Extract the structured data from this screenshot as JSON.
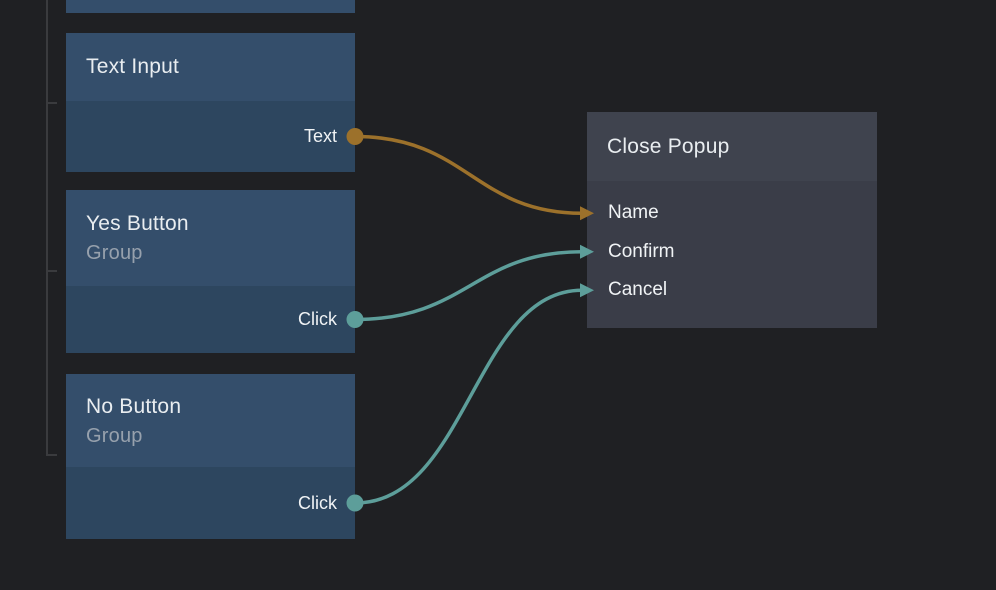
{
  "canvas": {
    "background": "#1f2023",
    "hierarchy_line_color": "#3a3b3e"
  },
  "palette": {
    "left_node_header": "#344e6b",
    "left_node_body": "#2d465f",
    "right_node_header": "#3f434e",
    "right_node_body": "#3a3d48",
    "title_color": "#e9edf0",
    "subtitle_color": "#97a1ad",
    "port_label_color": "#f0f3f5",
    "gold_wire": "#9c712b",
    "teal_wire": "#5d9e9a"
  },
  "nodes": {
    "text_input": {
      "title": "Text Input",
      "output_label": "Text",
      "output_color": "#9c712b"
    },
    "yes_button": {
      "title": "Yes Button",
      "subtitle": "Group",
      "output_label": "Click",
      "output_color": "#5d9e9a"
    },
    "no_button": {
      "title": "No Button",
      "subtitle": "Group",
      "output_label": "Click",
      "output_color": "#5d9e9a"
    },
    "close_popup": {
      "title": "Close Popup",
      "inputs": [
        {
          "label": "Name"
        },
        {
          "label": "Confirm"
        },
        {
          "label": "Cancel"
        }
      ]
    }
  },
  "connections": [
    {
      "from": "text-input-text-out",
      "to": "close-popup-name-in",
      "color": "#9c712b"
    },
    {
      "from": "yes-button-click-out",
      "to": "close-popup-confirm-in",
      "color": "#5d9e9a"
    },
    {
      "from": "no-button-click-out",
      "to": "close-popup-cancel-in",
      "color": "#5d9e9a"
    }
  ]
}
